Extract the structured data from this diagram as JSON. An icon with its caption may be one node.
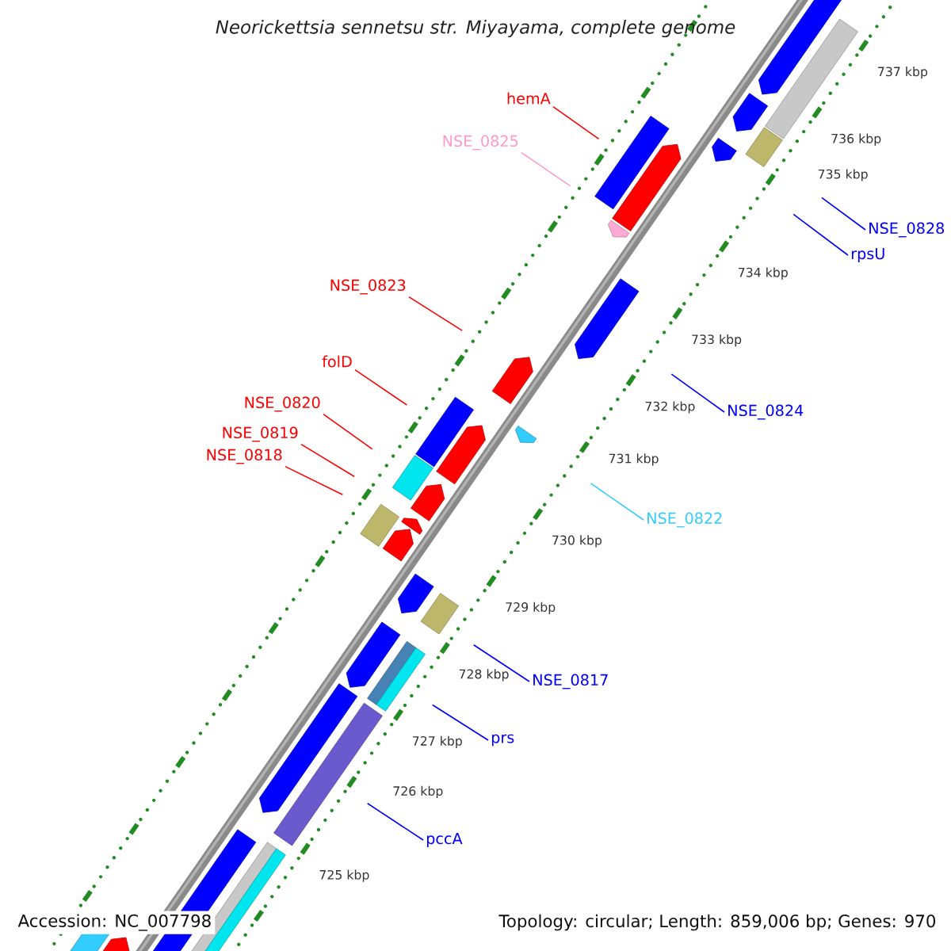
{
  "diagram": {
    "title": "Neorickettsia sennetsu str. Miyayama, complete genome",
    "nodes": [
      {
        "text": [
          "hemA"
        ]
      },
      {
        "text": [
          "NSE_0825"
        ]
      },
      {
        "text": [
          "NSE_0823"
        ]
      },
      {
        "text": [
          "folD"
        ]
      },
      {
        "text": [
          "NSE_0820"
        ]
      },
      {
        "text": [
          "NSE_0819"
        ]
      },
      {
        "text": [
          "NSE_0818"
        ]
      },
      {
        "text": [
          "NSE_0828"
        ]
      },
      {
        "text": [
          "rpsU"
        ]
      },
      {
        "text": [
          "NSE_0824"
        ]
      },
      {
        "text": [
          "NSE_0822"
        ]
      },
      {
        "text": [
          "NSE_0817"
        ]
      },
      {
        "text": [
          "prs"
        ]
      },
      {
        "text": [
          "pccA"
        ]
      }
    ],
    "edges": [
      {
        "from": 0,
        "to": null,
        "arrow": "none",
        "color": "#ff0000"
      },
      {
        "from": 1,
        "to": null,
        "arrow": "none",
        "color": "#ff99cc"
      },
      {
        "from": 2,
        "to": null,
        "arrow": "none",
        "color": "#ff0000"
      },
      {
        "from": 3,
        "to": null,
        "arrow": "none",
        "color": "#ff0000"
      },
      {
        "from": 4,
        "to": null,
        "arrow": "none",
        "color": "#ff0000"
      },
      {
        "from": 5,
        "to": null,
        "arrow": "none",
        "color": "#ff0000"
      },
      {
        "from": 6,
        "to": null,
        "arrow": "none",
        "color": "#ff0000"
      },
      {
        "from": 7,
        "to": null,
        "arrow": "none",
        "color": "#0000ff"
      },
      {
        "from": 8,
        "to": null,
        "arrow": "none",
        "color": "#0000ff"
      },
      {
        "from": 9,
        "to": null,
        "arrow": "none",
        "color": "#0000ff"
      },
      {
        "from": 10,
        "to": null,
        "arrow": "none",
        "color": "#33ccff"
      },
      {
        "from": 11,
        "to": null,
        "arrow": "none",
        "color": "#0000ff"
      },
      {
        "from": 12,
        "to": null,
        "arrow": "none",
        "color": "#0000ff"
      },
      {
        "from": 13,
        "to": null,
        "arrow": "none",
        "color": "#0000ff"
      }
    ],
    "labels": [
      "737 kbp",
      "736 kbp",
      "735 kbp",
      "734 kbp",
      "733 kbp",
      "732 kbp",
      "731 kbp",
      "730 kbp",
      "729 kbp",
      "728 kbp",
      "727 kbp",
      "726 kbp",
      "725 kbp",
      "Accession: NC_007798",
      "Topology: circular; Length: 859,006 bp; Genes: 970"
    ]
  }
}
